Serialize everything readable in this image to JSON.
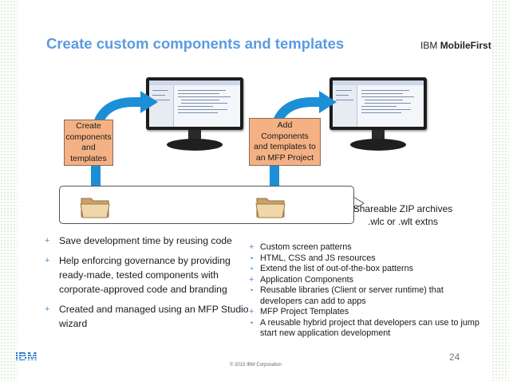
{
  "slide": {
    "title": "Create custom components and templates",
    "brand_prefix": "IBM",
    "brand_bold": "MobileFirst",
    "box_left": "Create\ncomponents\nand\ntemplates",
    "box_right": "Add\nComponents\nand templates to\nan MFP Project",
    "shareable": "Shareable ZIP archives\n.wlc or .wlt extns",
    "left_bullets": [
      "Save development time by reusing code",
      "Help enforcing governance by providing ready-made, tested components with corporate-approved code and branding",
      "Created and managed using an MFP Studio wizard"
    ],
    "right_bullets": [
      {
        "marker": "+",
        "text": "Custom screen patterns"
      },
      {
        "marker": "•",
        "text": "HTML, CSS and JS resources"
      },
      {
        "marker": "•",
        "text": "Extend the list of out-of-the-box patterns"
      },
      {
        "marker": "+",
        "text": "Application Components"
      },
      {
        "marker": "•",
        "text": "Reusable libraries (Client or server runtime) that developers can add to apps"
      },
      {
        "marker": "+",
        "text": "MFP Project Templates"
      },
      {
        "marker": "•",
        "text": "A reusable hybrid project that developers can use to jump start new application development"
      }
    ],
    "copyright": "© 2015 IBM Corporation",
    "page_number": "24",
    "footer_logo": "IBM",
    "colors": {
      "title": "#5a9be0",
      "arrow": "#1c8fd6",
      "box": "#f4b183",
      "bullet": "#4a90d9"
    }
  }
}
